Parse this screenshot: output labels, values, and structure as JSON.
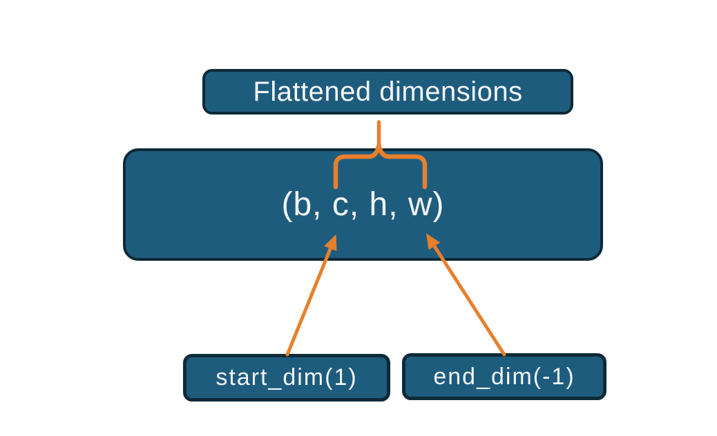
{
  "colors": {
    "box-fill": "#1E5C7E",
    "box-border": "#0E2A37",
    "connector": "#E6802D",
    "label-text": "#F4F6F6",
    "canvas-bg": "#FFFFFF"
  },
  "nodes": {
    "flattened": {
      "label": "Flattened dimensions"
    },
    "tensor": {
      "label": "(b, c, h, w)"
    },
    "start_dim": {
      "label": "start_dim(1)"
    },
    "end_dim": {
      "label": "end_dim(-1)"
    }
  },
  "connectors": {
    "brace": "brace spanning c through w in tensor tuple",
    "stem": "stem from Flattened dimensions box to brace",
    "start_arrow": "arrow from start_dim(1) to dimension c",
    "end_arrow": "arrow from end_dim(-1) to dimension w"
  }
}
